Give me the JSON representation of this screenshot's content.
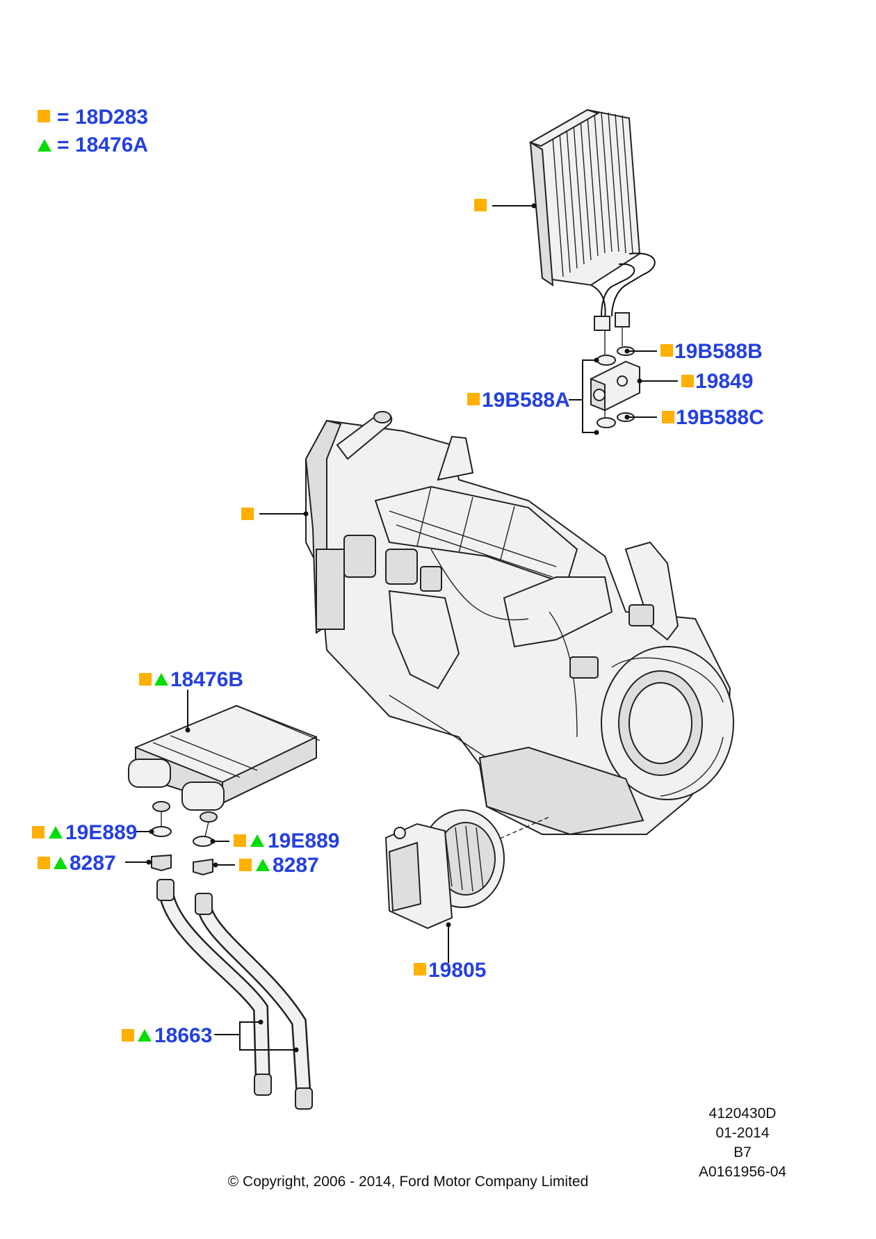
{
  "legend": {
    "square_code": "18D283",
    "triangle_code": "18476A",
    "equals": "="
  },
  "colors": {
    "square_marker": "#ffb000",
    "triangle_marker": "#00dd00",
    "label_text": "#2340e0"
  },
  "callouts": {
    "evaporator_core": "",
    "o_ring_top": "19B588B",
    "expansion_valve": "19849",
    "o_ring_left": "19B588A",
    "o_ring_bottom": "19B588C",
    "housing": "",
    "heater_core": "18476B",
    "seal_left": "19E889",
    "seal_right": "19E889",
    "clamp_left": "8287",
    "clamp_right": "8287",
    "blower_motor": "19805",
    "heater_hoses": "18663"
  },
  "doc_info": {
    "figure_id": "4120430D",
    "date": "01-2014",
    "rev": "B7",
    "ref": "A0161956-04"
  },
  "copyright": "© Copyright, 2006 - 2014, Ford Motor Company Limited"
}
